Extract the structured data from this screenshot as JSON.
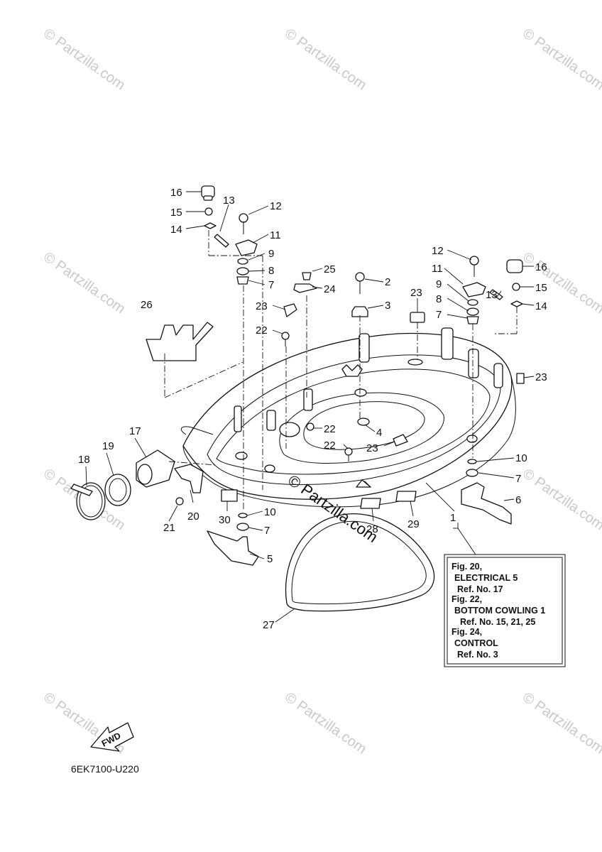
{
  "watermark": "© Partzilla.com",
  "callouts": [
    "16",
    "15",
    "14",
    "13",
    "12",
    "11",
    "9",
    "8",
    "7",
    "26",
    "25",
    "24",
    "23",
    "22",
    "2",
    "3",
    "4",
    "5",
    "6",
    "10",
    "17",
    "18",
    "19",
    "20",
    "21",
    "27",
    "28",
    "29",
    "30",
    "1"
  ],
  "reference_box": {
    "lines": [
      "Fig. 20,",
      "ELECTRICAL 5",
      "Ref. No. 17",
      "Fig. 22,",
      "BOTTOM COWLING 1",
      "Ref. No. 15, 21, 25",
      "Fig. 24,",
      "CONTROL",
      "Ref. No. 3"
    ]
  },
  "fwd_label": "FWD",
  "diagram_code": "6EK7100-U220"
}
